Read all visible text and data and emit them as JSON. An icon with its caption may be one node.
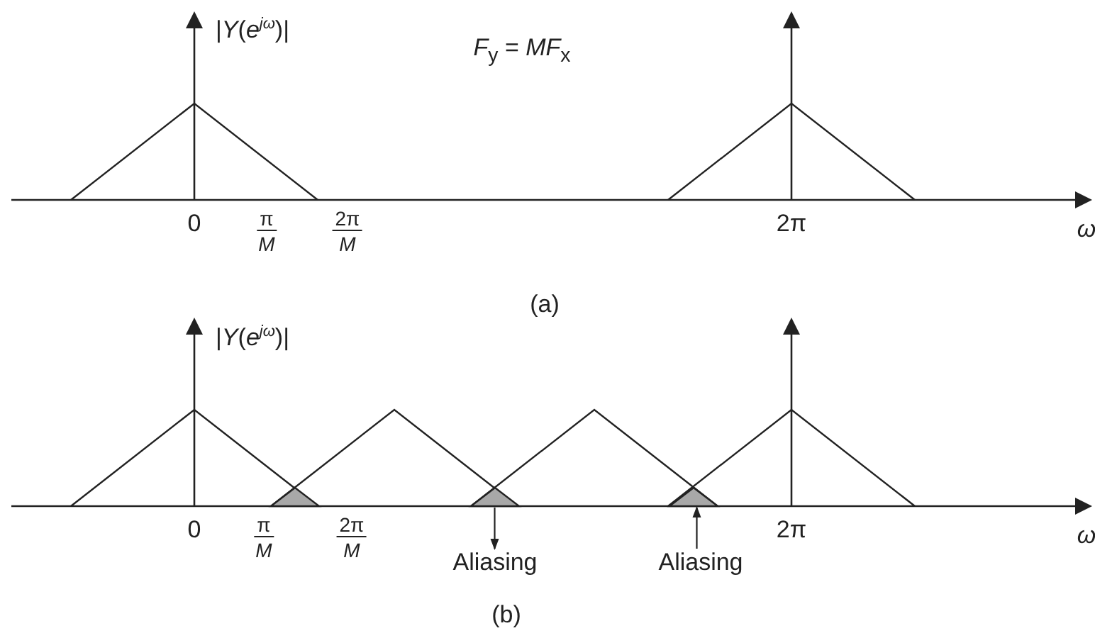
{
  "diagram": {
    "nodes": [
      {
        "text": [],
        "shape": "triangle"
      },
      {
        "text": [],
        "shape": "triangle"
      },
      {
        "text": [],
        "shape": "triangle"
      },
      {
        "text": [
          "Aliasing"
        ]
      },
      {
        "text": [
          "Aliasing"
        ]
      }
    ],
    "edges": [
      {
        "from": 1,
        "to": 3,
        "arrow": "to"
      },
      {
        "from": 4,
        "to": 2,
        "arrow": "to"
      }
    ],
    "labels": [
      "|*Y*(*e*$^{jω}$)|",
      "*F*$_{y}$ = *MF*$_{x}$",
      "0",
      "π",
      "*M*",
      "2π",
      "*M*",
      "2π",
      "*ω*",
      "(a)",
      "|*Y*(*e*$^{jω}$)|",
      "0",
      "π",
      "*M*",
      "2π",
      "*M*",
      "2π",
      "*ω*",
      "(b)"
    ]
  }
}
